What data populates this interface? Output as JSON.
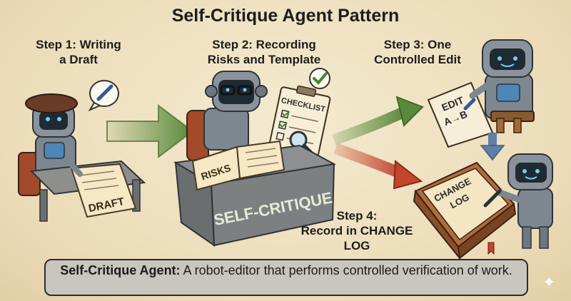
{
  "title": "Self-Critique Agent Pattern",
  "steps": {
    "step1": "Step 1: Writing\na Draft",
    "step2": "Step 2: Recording\nRisks and Template",
    "step3": "Step 3: One\nControlled Edit",
    "step4": "Step 4:\nRecord in CHANGE\nLOG"
  },
  "labels": {
    "draft": "DRAFT",
    "risks": "RISKS",
    "checklist": "CHECKLIST",
    "self_critique": "SELF-CRITIQUE",
    "edit": "EDIT",
    "edit_ab": "A→B",
    "change": "CHANGE",
    "log": "LOG"
  },
  "caption": {
    "bold": "Self-Critique Agent:",
    "text": " A robot-editor that performs controlled verification of work."
  },
  "colors": {
    "green_arrow": "#5a8a3c",
    "red_arrow": "#c2452e",
    "blue_arrow": "#5f7fa8",
    "robot": "#7d8790"
  }
}
